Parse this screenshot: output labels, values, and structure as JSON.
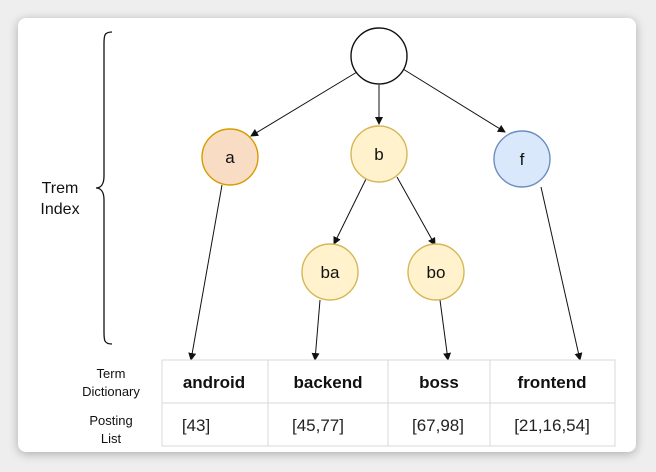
{
  "index_label": {
    "line1": "Trem",
    "line2": "Index"
  },
  "nodes": {
    "root": {
      "label": ""
    },
    "a": {
      "label": "a",
      "fill": "#f9dcc4",
      "stroke": "#d79b00"
    },
    "b": {
      "label": "b",
      "fill": "#fff2cc",
      "stroke": "#d6b656"
    },
    "f": {
      "label": "f",
      "fill": "#dae8fc",
      "stroke": "#6c8ebf"
    },
    "ba": {
      "label": "ba",
      "fill": "#fff2cc",
      "stroke": "#d6b656"
    },
    "bo": {
      "label": "bo",
      "fill": "#fff2cc",
      "stroke": "#d6b656"
    }
  },
  "table": {
    "term_dictionary_label": {
      "line1": "Term",
      "line2": "Dictionary"
    },
    "posting_list_label": {
      "line1": "Posting",
      "line2": "List"
    },
    "terms": [
      "android",
      "backend",
      "boss",
      "frontend"
    ],
    "postings": [
      "[43]",
      "[45,77]",
      "[67,98]",
      "[21,16,54]"
    ]
  }
}
